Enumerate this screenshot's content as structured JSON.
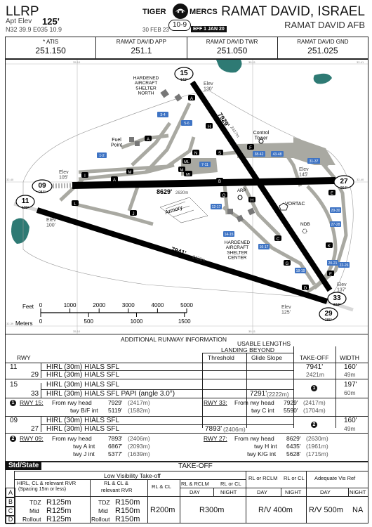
{
  "header": {
    "airport_id": "LLRP",
    "apt_elev_label": "Apt Elev",
    "apt_elev_value": "125'",
    "coordinates": "N32 39.9  E035  10.9",
    "brand_left": "TIGER",
    "brand_right": "MERCS",
    "chart_number": "10-9",
    "date": "30 FEB 23",
    "effective": "EFF 1 JAN 20",
    "city": "RAMAT DAVID, ISRAEL",
    "airport_name": "RAMAT DAVID AFB"
  },
  "frequencies": [
    {
      "name": "* ATIS",
      "value": "251.150"
    },
    {
      "name": "RAMAT DAVID APP",
      "value": "251.1"
    },
    {
      "name": "RAMAT DAVID TWR",
      "value": "251.050"
    },
    {
      "name": "RAMAT DAVID GND",
      "value": "251.025"
    }
  ],
  "map": {
    "colors": {
      "runway": "#000000",
      "taxiway": "#a9a9a2",
      "water": "#2e7a74",
      "parking": "#3f74c4",
      "grid": "#bbbbbb"
    },
    "runway_ends": {
      "r15": {
        "label": "15",
        "hdg": "142°",
        "elev": "Elev\n130'"
      },
      "r33": {
        "label": "33",
        "hdg": "322°",
        "elev": "Elev\n125'"
      },
      "r09": {
        "label": "09",
        "hdg": "084°",
        "elev": "Elev\n105'"
      },
      "r27": {
        "label": "27",
        "hdg": "264°",
        "elev": "Elev\n145'"
      },
      "r11": {
        "label": "11",
        "hdg": "105°",
        "elev": "Elev\n100'"
      },
      "r29": {
        "label": "29",
        "hdg": "285°",
        "elev": "Elev\n137'"
      }
    },
    "runway_lengths": {
      "rwy_15_33": {
        "ft": "7929'",
        "m": "2417m"
      },
      "rwy_09_27": {
        "ft": "8629'",
        "m": "2630m"
      },
      "rwy_11_29": {
        "ft": "7941'",
        "m": "2421m"
      }
    },
    "labels": {
      "shelter_north": "HARDENED\nAIRCRAFT\nSHELTER\nNORTH",
      "shelter_center": "HARDENED\nAIRCRAFT\nSHELTER\nCENTER",
      "fuel_point": "Fuel\nPoint",
      "control_tower": "Control\nTower",
      "armory": "Armory",
      "arp": "ARP",
      "vortac": "VORTAC",
      "ndb": "NDB"
    },
    "taxiways": [
      "A",
      "B",
      "C",
      "D",
      "E",
      "F",
      "G",
      "H",
      "I",
      "J",
      "K",
      "L",
      "M",
      "N",
      "Q",
      "S",
      "ML",
      "MI"
    ],
    "parking": [
      "3-4",
      "5-6",
      "1-2",
      "7-11",
      "38-42",
      "43-48",
      "31-37",
      "12-17",
      "14-15",
      "16-17",
      "18-19",
      "20-21",
      "22-26",
      "27-28",
      "29-30"
    ],
    "grid": {
      "lat_top": "32-41",
      "lat_mid": "32-40",
      "lat_bot": "32-39",
      "lon_left": "35-10",
      "lon_right": "35-11"
    },
    "scale": {
      "feet_label": "Feet",
      "feet_ticks": [
        "0",
        "1000",
        "2000",
        "3000",
        "4000",
        "5000"
      ],
      "meters_label": "Meters",
      "meters_ticks": [
        "0",
        "500",
        "1000",
        "1500"
      ]
    }
  },
  "runway_info": {
    "title": "ADDITIONAL RUNWAY INFORMATION",
    "usable_lengths": "USABLE LENGTHS",
    "landing_beyond": "LANDING BEYOND",
    "col_rwy": "RWY",
    "col_threshold": "Threshold",
    "col_glide": "Glide Slope",
    "col_takeoff": "TAKE-OFF",
    "col_width": "WIDTH",
    "groups": [
      {
        "rows": [
          {
            "rwy": "11",
            "lights": "HIRL (30m)  HIALS  SFL"
          },
          {
            "rwy": "29",
            "lights": "HIRL (30m)  HIALS  SFL"
          }
        ],
        "takeoff_ft": "7941'",
        "takeoff_m": "2421m",
        "width_ft": "160'",
        "width_m": "49m"
      },
      {
        "rows": [
          {
            "rwy": "15",
            "lights": "HIRL (30m)  HIALS  SFL"
          },
          {
            "rwy": "33",
            "lights": "HIRL (30m)  HIALS  SFL  PAPI (angle 3.0°)",
            "glide_ft": "7291'",
            "glide_m": "(2222m)"
          }
        ],
        "takeoff_note": "1",
        "width_ft": "197'",
        "width_m": "60m",
        "notes": {
          "marker": "1",
          "left_title": "RWY 15:",
          "left": [
            {
              "label": "From rwy head",
              "ft": "7929'",
              "m": "(2417m)"
            },
            {
              "label": "twy B/F int",
              "ft": "5119'",
              "m": "(1582m)"
            }
          ],
          "right_title": "RWY 33:",
          "right": [
            {
              "label": "From rwy head",
              "ft": "7929'",
              "m": "(2417m)"
            },
            {
              "label": "twy C int",
              "ft": "5590'",
              "m": "(1704m)"
            }
          ]
        }
      },
      {
        "rows": [
          {
            "rwy": "09",
            "lights": "HIRL (30m)  HIALS  SFL"
          },
          {
            "rwy": "27",
            "lights": "HIRL (30m)  HIALS  SFL",
            "thr_ft": "7893'",
            "thr_m": "(2406m)"
          }
        ],
        "takeoff_note": "2",
        "width_ft": "160'",
        "width_m": "49m",
        "notes": {
          "marker": "2",
          "left_title": "RWY 09:",
          "left": [
            {
              "label": "From rwy head",
              "ft": "7893'",
              "m": "(2406m)"
            },
            {
              "label": "twy A int",
              "ft": "6867'",
              "m": "(2093m)"
            },
            {
              "label": "twy J int",
              "ft": "5377'",
              "m": "(1639m)"
            }
          ],
          "right_title": "RWY 27:",
          "right": [
            {
              "label": "From rwy head",
              "ft": "8629'",
              "m": "(2630m)"
            },
            {
              "label": "twy H int",
              "ft": "6435'",
              "m": "(1961m)"
            },
            {
              "label": "twy K/G int",
              "ft": "5628'",
              "m": "(1715m)"
            }
          ]
        }
      }
    ]
  },
  "takeoff": {
    "std_state": "Std/State",
    "title": "TAKE-OFF",
    "low_vis": "Low Visibility Take-off",
    "h_hirl": "HIRL, CL & relevant RVR",
    "h_hirl_sub": "(Spacing 15m or less)",
    "h_rlcl": "RL & CL &",
    "h_rlcl_sub": "relevant RVR",
    "h_rl_cl": "RL & CL",
    "h_rlrclm": "RL & RCLM",
    "h_rlorcl": "RL or CL",
    "h_rlorrclm": "RL or RCLM",
    "h_rlorcl2": "RL or CL",
    "h_advis": "Adequate Vis Ref",
    "h_day": "DAY",
    "h_night": "NIGHT",
    "abc": [
      "A",
      "B",
      "C",
      "D"
    ],
    "col1": [
      {
        "k": "TDZ",
        "v": "R125m"
      },
      {
        "k": "Mid",
        "v": "R125m"
      },
      {
        "k": "Rollout",
        "v": "R125m"
      }
    ],
    "col2": [
      {
        "k": "TDZ",
        "v": "R150m"
      },
      {
        "k": "Mid",
        "v": "R150m"
      },
      {
        "k": "Rollout",
        "v": "R150m"
      }
    ],
    "v_rlcl": "R200m",
    "v_rlrclm": "R300m",
    "v_rv400": "R/V 400m",
    "v_rv500": "R/V 500m",
    "v_na": "NA"
  }
}
